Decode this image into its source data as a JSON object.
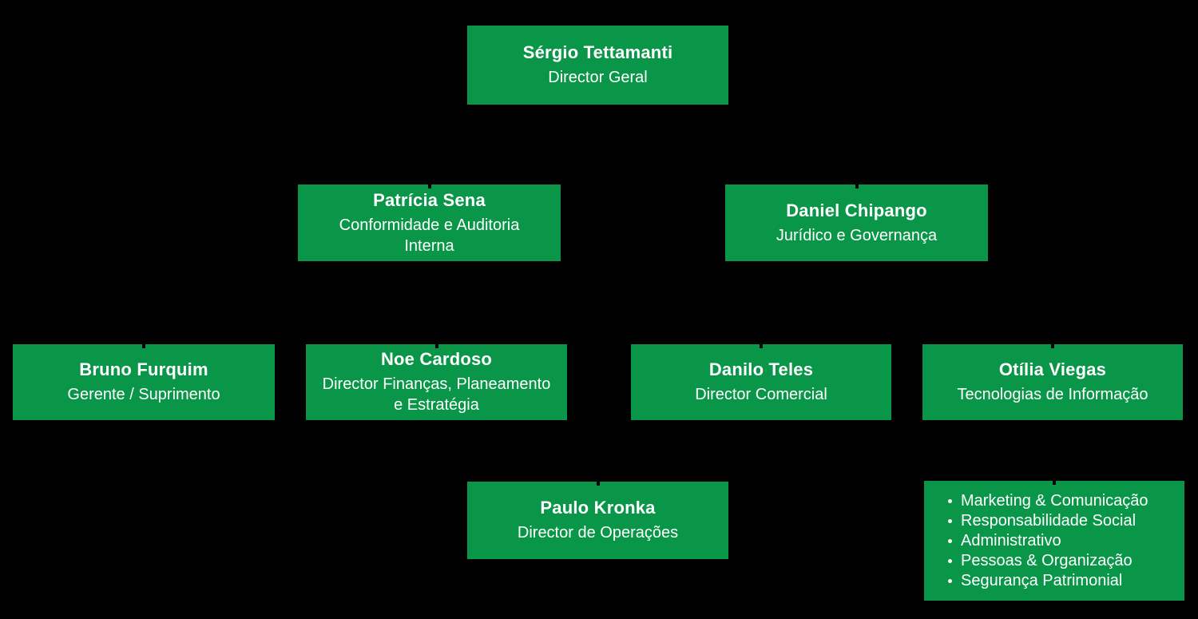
{
  "colors": {
    "background": "#000000",
    "node_fill": "#0a9648",
    "node_text": "#ffffff"
  },
  "org_chart": {
    "root": {
      "name": "Sérgio Tettamanti",
      "title": "Director Geral"
    },
    "level2": [
      {
        "name": "Patrícia Sena",
        "title": "Conformidade e Auditoria\nInterna"
      },
      {
        "name": "Daniel Chipango",
        "title": "Jurídico e Governança"
      }
    ],
    "level3": [
      {
        "name": "Bruno Furquim",
        "title": "Gerente / Suprimento"
      },
      {
        "name": "Noe Cardoso",
        "title": "Director Finanças, Planeamento\ne Estratégia"
      },
      {
        "name": "Danilo Teles",
        "title": "Director Comercial"
      },
      {
        "name": "Otília Viegas",
        "title": "Tecnologias de Informação"
      }
    ],
    "level4": [
      {
        "name": "Paulo Kronka",
        "title": "Director de Operações"
      }
    ],
    "department_list": {
      "items": [
        "Marketing & Comunicação",
        "Responsabilidade Social",
        "Administrativo",
        "Pessoas & Organização",
        "Segurança Patrimonial"
      ]
    }
  }
}
